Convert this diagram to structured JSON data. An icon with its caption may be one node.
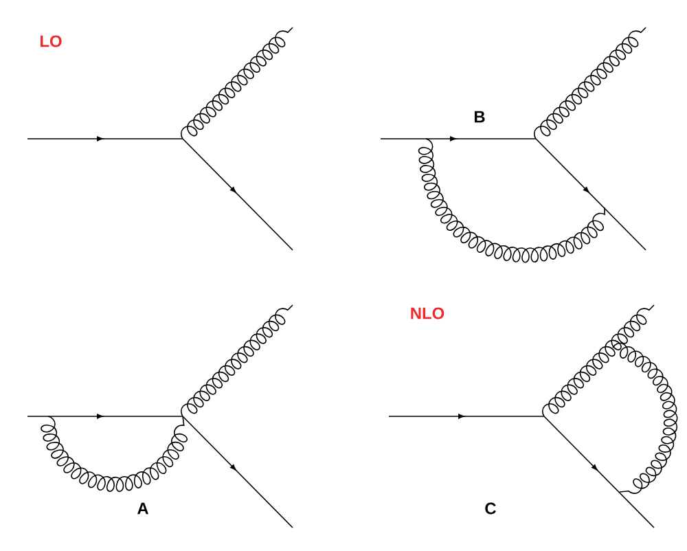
{
  "diagram": {
    "labels": [
      "LO",
      "B",
      "NLO",
      "A",
      "C"
    ]
  }
}
